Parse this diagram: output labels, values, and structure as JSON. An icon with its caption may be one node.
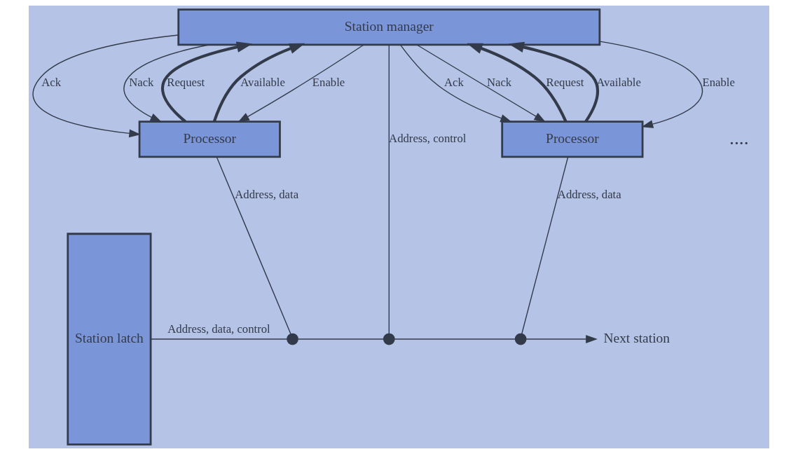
{
  "diagram": {
    "nodes": [
      {
        "text": [
          "Station manager"
        ]
      },
      {
        "text": [
          "Processor"
        ]
      },
      {
        "text": [
          "Processor"
        ]
      },
      {
        "text": [
          "Station latch"
        ]
      },
      {
        "text": [],
        "shape": "circle"
      },
      {
        "text": [],
        "shape": "circle"
      },
      {
        "text": [],
        "shape": "circle"
      },
      {
        "text": [
          "Next station"
        ]
      }
    ],
    "edges": [
      {
        "from": 0,
        "to": 1,
        "arrow": "to",
        "label": "Enable"
      },
      {
        "from": 1,
        "to": 0,
        "arrow": "to",
        "label": "Request",
        "style": "thick"
      },
      {
        "from": 1,
        "to": 0,
        "arrow": "to",
        "label": "Available",
        "style": "thick"
      },
      {
        "from": 0,
        "to": 1,
        "arrow": "to",
        "label": "Ack"
      },
      {
        "from": 0,
        "to": 1,
        "arrow": "to",
        "label": "Nack"
      },
      {
        "from": 0,
        "to": 2,
        "arrow": "to",
        "label": "Enable"
      },
      {
        "from": 2,
        "to": 0,
        "arrow": "to",
        "label": "Request",
        "style": "thick"
      },
      {
        "from": 2,
        "to": 0,
        "arrow": "to",
        "label": "Available",
        "style": "thick"
      },
      {
        "from": 0,
        "to": 2,
        "arrow": "to",
        "label": "Ack"
      },
      {
        "from": 0,
        "to": 2,
        "arrow": "to",
        "label": "Nack"
      },
      {
        "from": 1,
        "to": 4,
        "arrow": "none",
        "label": "Address, data"
      },
      {
        "from": 0,
        "to": 5,
        "arrow": "none",
        "label": "Address, control"
      },
      {
        "from": 2,
        "to": 6,
        "arrow": "none",
        "label": "Address, data"
      },
      {
        "from": 3,
        "to": 4,
        "arrow": "none",
        "label": "Address, data, control"
      },
      {
        "from": 4,
        "to": 5,
        "arrow": "none"
      },
      {
        "from": 5,
        "to": 6,
        "arrow": "none"
      },
      {
        "from": 6,
        "to": 7,
        "arrow": "to"
      }
    ],
    "labels": [
      "...."
    ]
  }
}
